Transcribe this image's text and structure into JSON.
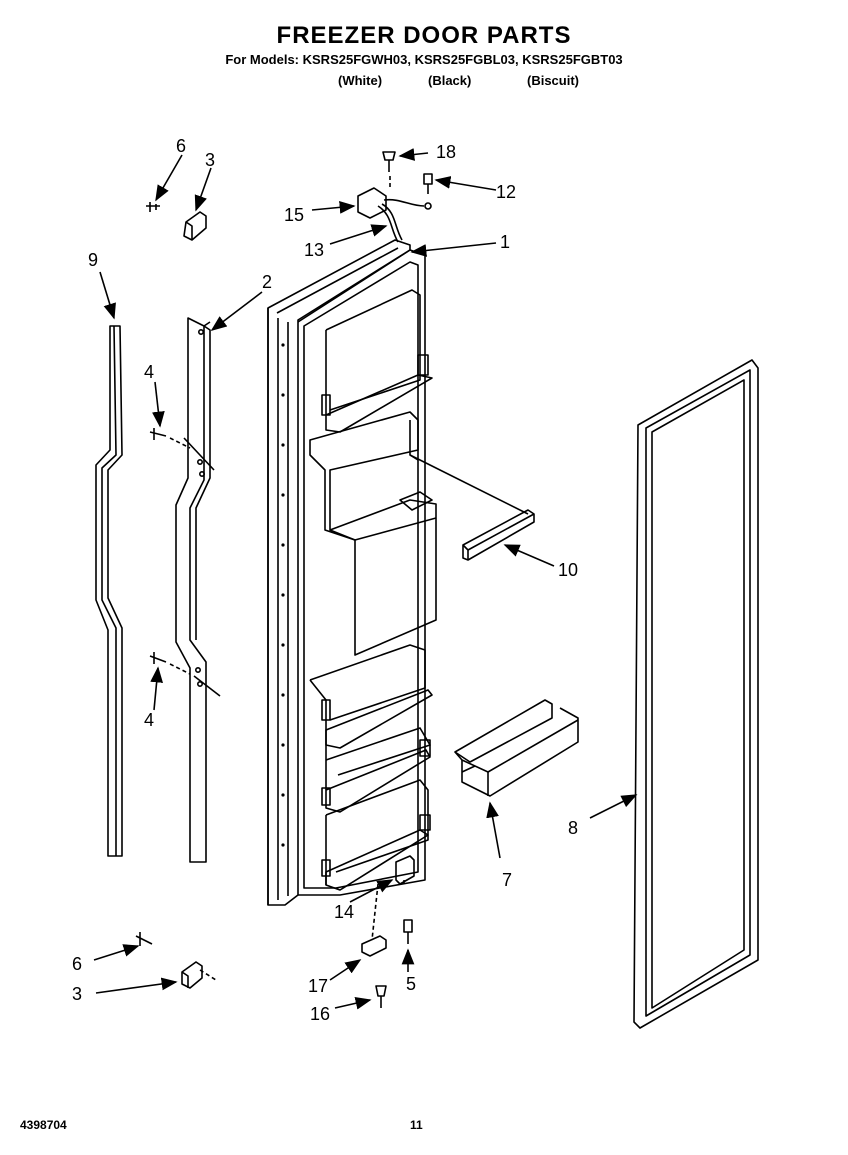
{
  "header": {
    "title": "FREEZER DOOR PARTS",
    "models_line": "For Models: KSRS25FGWH03, KSRS25FGBL03, KSRS25FGBT03",
    "variants": [
      "(White)",
      "(Black)",
      "(Biscuit)"
    ]
  },
  "callouts": [
    "1",
    "2",
    "3",
    "3",
    "4",
    "4",
    "5",
    "6",
    "6",
    "7",
    "8",
    "9",
    "10",
    "12",
    "13",
    "14",
    "15",
    "16",
    "17",
    "18"
  ],
  "footer": {
    "doc_number": "4398704",
    "page_number": "11"
  }
}
